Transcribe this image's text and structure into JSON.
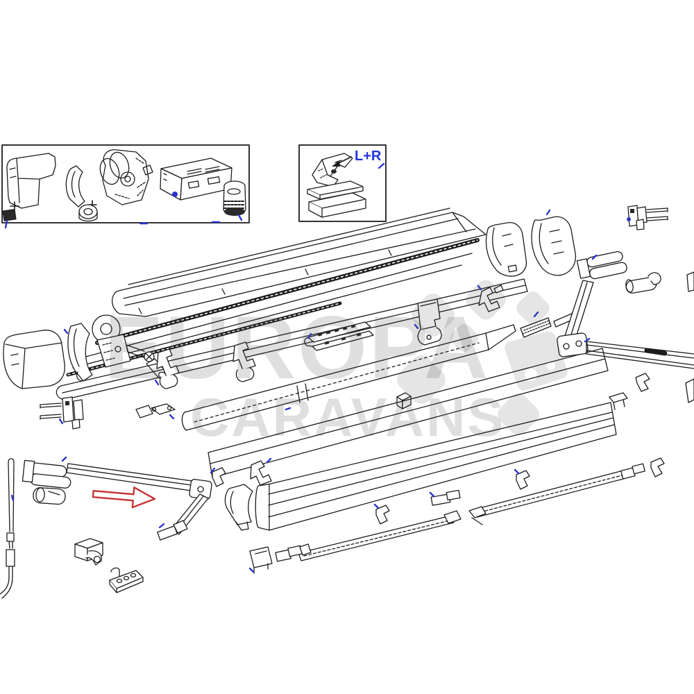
{
  "figure": {
    "watermark_line1": "EUROPA",
    "watermark_line2": "CARAVANS",
    "inset_label": "L+R"
  },
  "colors": {
    "label_blue": "#2233dd",
    "marker_blue": "#2b35cc",
    "arrow_red": "#c63434",
    "line_dark": "#1c1c1c",
    "watermark_gray": "#d7d7d7"
  },
  "parts": [
    "end-cover-cap",
    "wall-clamp-bracket",
    "gear-motor-assembly",
    "control-unit",
    "motor-adapter",
    "mounting-bracket-left-right",
    "adapter-blocks",
    "pin-bracket",
    "cassette-lid-profile",
    "cassette-back-profile",
    "left-end-cap",
    "ring-clamp",
    "disc-bracket",
    "universal-joint",
    "hanger-clips",
    "perforated-strip",
    "roller-tube",
    "fabric-lead-band",
    "front-rail-profile",
    "right-end-cap-shells",
    "spring-arm-right",
    "spring-arm-left",
    "tension-rafter-left",
    "tension-rafter-right",
    "crank-rod",
    "foot-bracket",
    "mounting-plate"
  ]
}
